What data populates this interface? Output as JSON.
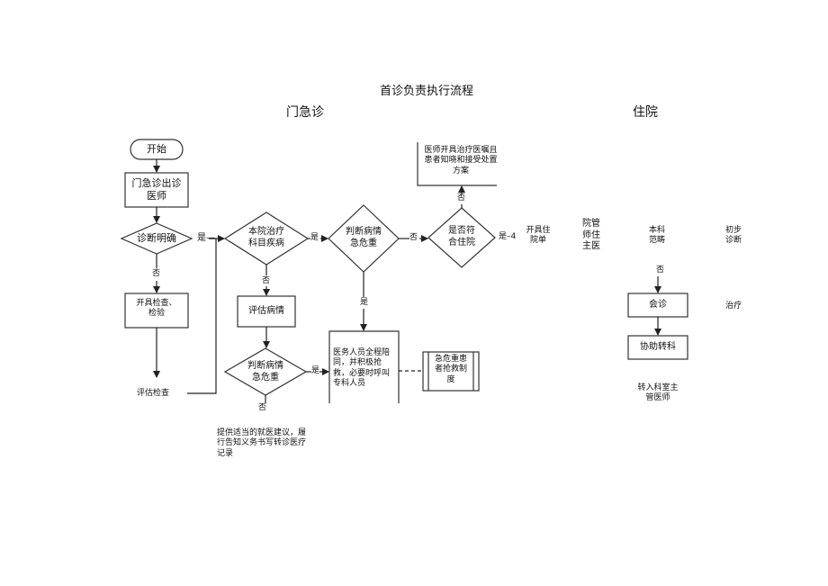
{
  "title": "首诊负责执行流程",
  "sections": {
    "outpatient": "门急诊",
    "inpatient": "住院"
  },
  "nodes": {
    "start": "开始",
    "clinic_doctor": [
      "门急诊出诊",
      "医师"
    ],
    "diagnosis_clear": "诊断明确",
    "dept_disease": [
      "本院治疗",
      "科目疾病"
    ],
    "judge_critical_1": [
      "判断病情",
      "急危重"
    ],
    "fits_admission": [
      "是否符",
      "合住院"
    ],
    "treatment_plan": [
      "医师开具治疗医嘱且",
      "患者知晓和接受处置",
      "方案"
    ],
    "order_tests": [
      "开具检查、",
      "检验"
    ],
    "assess_condition": "评估病情",
    "judge_critical_2": [
      "判断病情",
      "急危重"
    ],
    "medical_staff": [
      "医务人员全程陪",
      "同，并积极抢",
      "救，必要时呼叫",
      "专科人员"
    ],
    "rescue_system": [
      "急危重患",
      "者抢救制",
      "度"
    ],
    "assess_tests": "评估检查",
    "advice_record": [
      "提供适当的就医建议，履",
      "行告知义务书写转诊医疗",
      "记录"
    ],
    "consult": "会诊",
    "assist_transfer": "协助转科",
    "transfer_dept": [
      "转入科室主",
      "管医师"
    ]
  },
  "inpatient_fragments": {
    "admission_order": [
      "开具住",
      "院单"
    ],
    "ward_doctor": [
      "院管",
      "师住",
      "主医"
    ],
    "dept_scope": [
      "本科",
      "范畴"
    ],
    "initial_diag": [
      "初步",
      "诊断"
    ],
    "treatment": "治疗"
  },
  "edge_labels": {
    "yes": "是",
    "no": "否",
    "yes_dash": "是—",
    "yes_4": "是–4",
    "no_dash": "否"
  }
}
